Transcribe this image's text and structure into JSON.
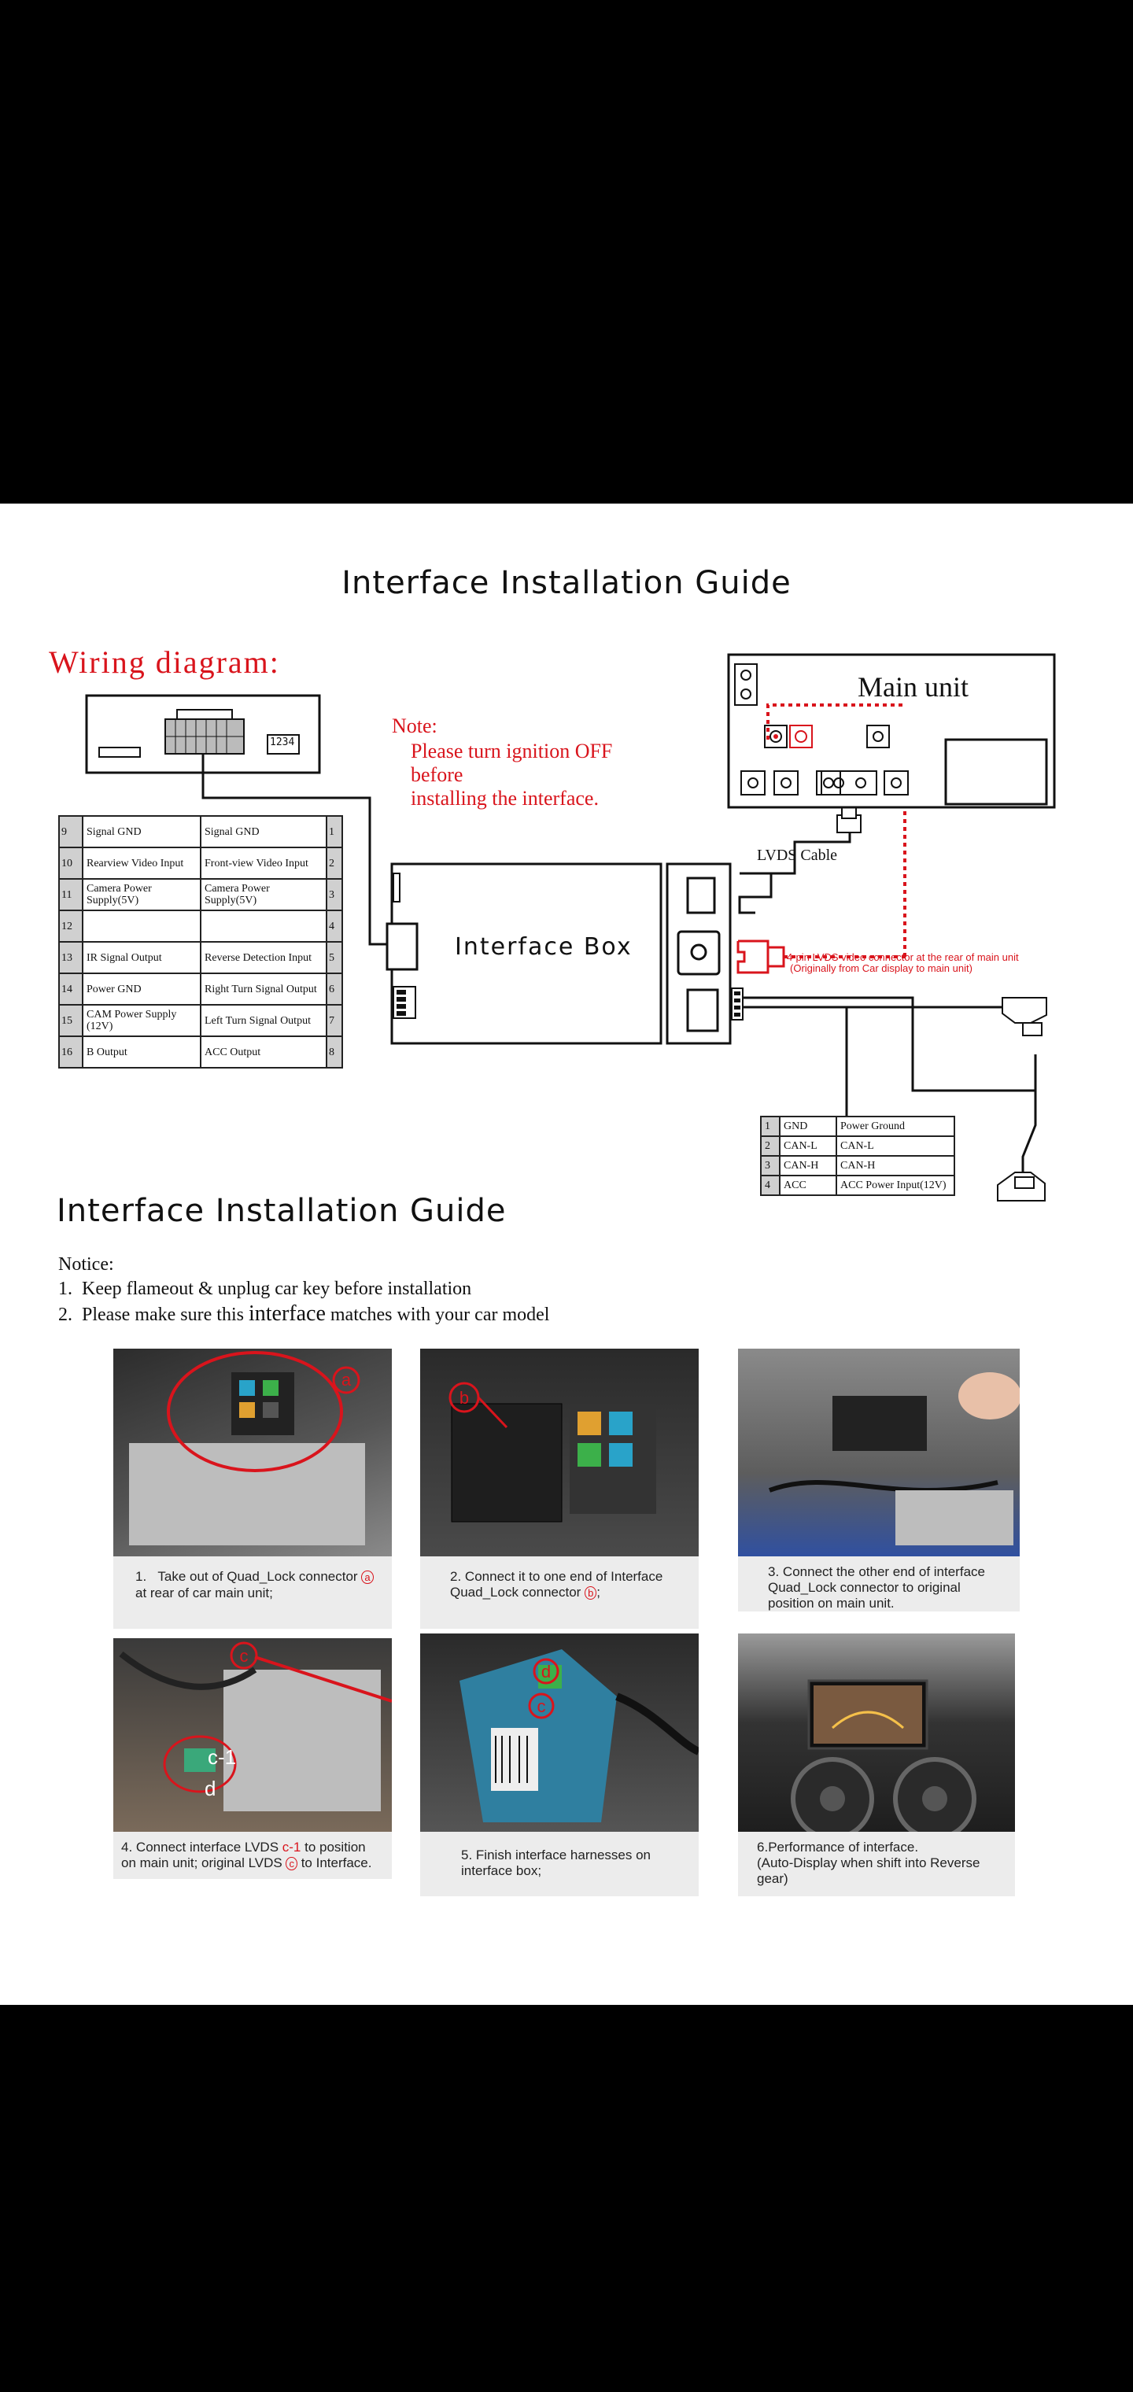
{
  "page_title": "Interface Installation Guide",
  "wiring": {
    "title": "Wiring diagram:",
    "note_label": "Note:",
    "note_lines": [
      "Please turn ignition OFF",
      "before",
      "installing the interface."
    ],
    "main_unit_label": "Main unit",
    "lvds_cable_label": "LVDS Cable",
    "interface_box_label": "Interface Box",
    "lvds_note_line1": "4-pin LVDS video connector at the rear of main unit",
    "lvds_note_line2": "(Originally from Car display to main unit)",
    "dip_numbers": "1234",
    "pins_left": [
      {
        "n": "9",
        "a": "Signal GND",
        "b": "Signal GND",
        "m": "1"
      },
      {
        "n": "10",
        "a": "Rearview Video Input",
        "b": "Front-view Video Input",
        "m": "2"
      },
      {
        "n": "11",
        "a": "Camera Power Supply(5V)",
        "b": "Camera Power Supply(5V)",
        "m": "3"
      },
      {
        "n": "12",
        "a": "",
        "b": "",
        "m": "4"
      },
      {
        "n": "13",
        "a": "IR Signal Output",
        "b": "Reverse Detection Input",
        "m": "5"
      },
      {
        "n": "14",
        "a": "Power GND",
        "b": "Right Turn Signal Output",
        "m": "6"
      },
      {
        "n": "15",
        "a": "CAM Power Supply (12V)",
        "b": "Left Turn Signal Output",
        "m": "7"
      },
      {
        "n": "16",
        "a": "B Output",
        "b": "ACC Output",
        "m": "8"
      }
    ],
    "pins_right": [
      {
        "n": "1",
        "a": "GND",
        "b": "Power Ground"
      },
      {
        "n": "2",
        "a": "CAN-L",
        "b": "CAN-L"
      },
      {
        "n": "3",
        "a": "CAN-H",
        "b": "CAN-H"
      },
      {
        "n": "4",
        "a": "ACC",
        "b": "ACC Power Input(12V)"
      }
    ]
  },
  "guide2": {
    "title": "Interface Installation Guide",
    "notice_label": "Notice:",
    "notice_items": [
      {
        "num": "1.",
        "text": "Keep flameout & unplug car key before installation"
      },
      {
        "num": "2.",
        "text_a": "Please make sure this ",
        "text_b": "interface",
        "text_c": " matches with your car model"
      }
    ]
  },
  "steps": [
    {
      "num": "1.",
      "pre": "Take out of Quad_Lock connector ",
      "mark": "a",
      "post": " at rear of car main unit;",
      "photo_marks": [
        "a"
      ]
    },
    {
      "num": "2.",
      "pre": "Connect it to one end of Interface Quad_Lock connector ",
      "mark": "b",
      "post": ";",
      "photo_marks": [
        "b"
      ]
    },
    {
      "num": "3.",
      "pre": "Connect  the other end of interface Quad_Lock connector to original position on main unit.",
      "mark": "",
      "post": "",
      "photo_marks": []
    },
    {
      "num": "4.",
      "pre": "Connect interface LVDS ",
      "mark_red": "c-1",
      "mid": " to position on main unit; original LVDS ",
      "mark": "c",
      "post": " to Interface.",
      "photo_marks": [
        "c",
        "c-1",
        "d"
      ]
    },
    {
      "num": "5.",
      "pre": "Finish interface harnesses on interface box;",
      "mark": "",
      "post": "",
      "photo_marks": [
        "d",
        "c"
      ]
    },
    {
      "num": "6.",
      "pre": "Performance of interface.",
      "line2": "(Auto-Display when shift into Reverse gear)",
      "mark": "",
      "post": "",
      "photo_marks": []
    }
  ]
}
